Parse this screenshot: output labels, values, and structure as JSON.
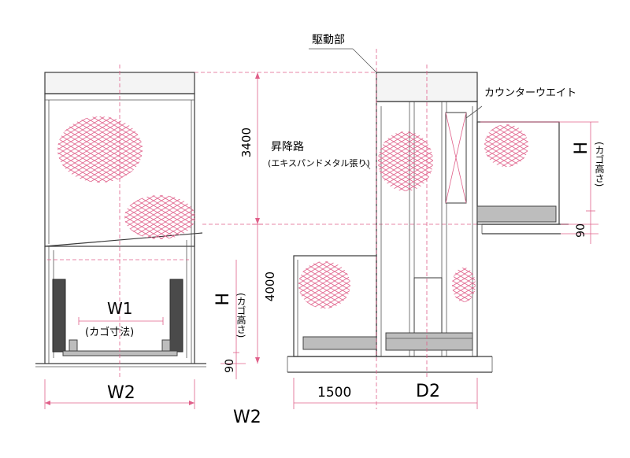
{
  "labels": {
    "drive_unit": "駆動部",
    "counterweight": "カウンターウエイト",
    "hoistway": "昇降路",
    "hoistway_note": "(エキスパンドメタル張り)",
    "w1": "W1",
    "w1_note": "(カゴ寸法)",
    "w2_inner": "W2",
    "w2_outer": "W2",
    "d2": "D2",
    "h_left": "H",
    "h_left_note": "(カゴ高さ)",
    "h_right": "H",
    "h_right_note": "(カゴ高さ)"
  },
  "dimensions": {
    "top_height": "3400",
    "lower_height": "4000",
    "pit_left": "90",
    "pit_right": "90",
    "depth_front": "1500"
  }
}
